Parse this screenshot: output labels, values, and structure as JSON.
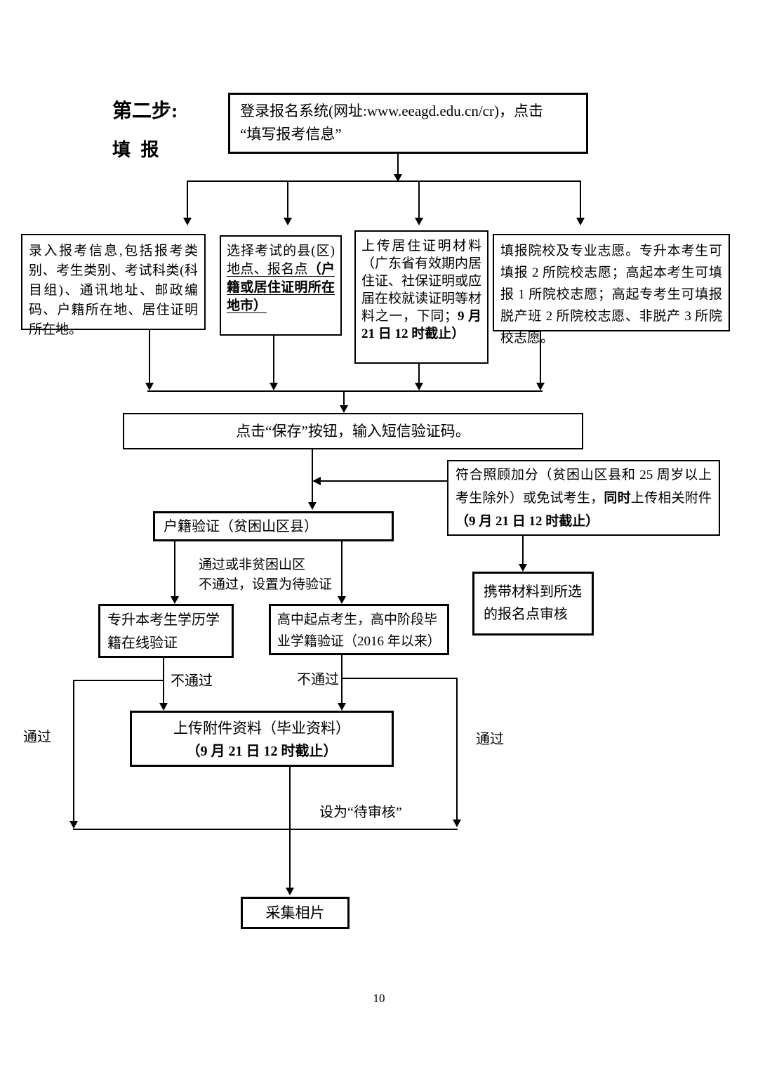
{
  "header": {
    "step_title": "第二步:",
    "step_name": "填 报"
  },
  "boxes": {
    "login": "登录报名系统(网址:www.eeagd.edu.cn/cr)，点击\n“填写报考信息”",
    "enter_info": "录入报考信息,包括报考类别、考生类别、考试科类(科目组)、通讯地址、邮政编码、户籍所在地、居住证明所在地。",
    "choose_site": {
      "part1": "选择考试的县(区)",
      "part2": "地点、报名点",
      "part3": "（户籍或居住证明所在地市）"
    },
    "upload_residence": {
      "part1": "上传居住证明材料（广东省有效期内居住证、社保证明或应届在校就读证明等材料之一，下同；",
      "part2": "9 月 21 日 12 时截止）"
    },
    "fill_volunteer": "填报院校及专业志愿。专升本考生可填报 2 所院校志愿；高起本考生可填报 1 所院校志愿；高起专考生可填报脱产班 2 所院校志愿、非脱产 3 所院校志愿。",
    "save": "点击“保存”按钮，输入短信验证码。",
    "bonus": {
      "part1": "符合照顾加分（贫困山区县和 25 周岁以上考生除外）或免试考生，",
      "part2": "同时",
      "part3": "上传相关附件",
      "part4": "（9 月 21 日 12 时截止）"
    },
    "hukou_verify": "户籍验证（贫困山区县）",
    "carry_materials": "携带材料到所选\n的报名点审核",
    "zsb_verify": "专升本考生学历学籍在线验证",
    "gz_verify": "高中起点考生，高中阶段毕业学籍验证（2016 年以来）",
    "upload_attachment": {
      "line1": "上传附件资料（毕业资料）",
      "line2": "（9 月 21 日 12 时截止）"
    },
    "photo": "采集相片"
  },
  "labels": {
    "hukou_branch_line1": "通过或非贫困山区",
    "hukou_branch_line2": "不通过，设置为待验证",
    "fail_left": "不通过",
    "fail_right": "不通过",
    "pass_left": "通过",
    "pass_right": "通过",
    "pending_review": "设为“待审核”"
  },
  "footer": {
    "page_number": "10"
  }
}
